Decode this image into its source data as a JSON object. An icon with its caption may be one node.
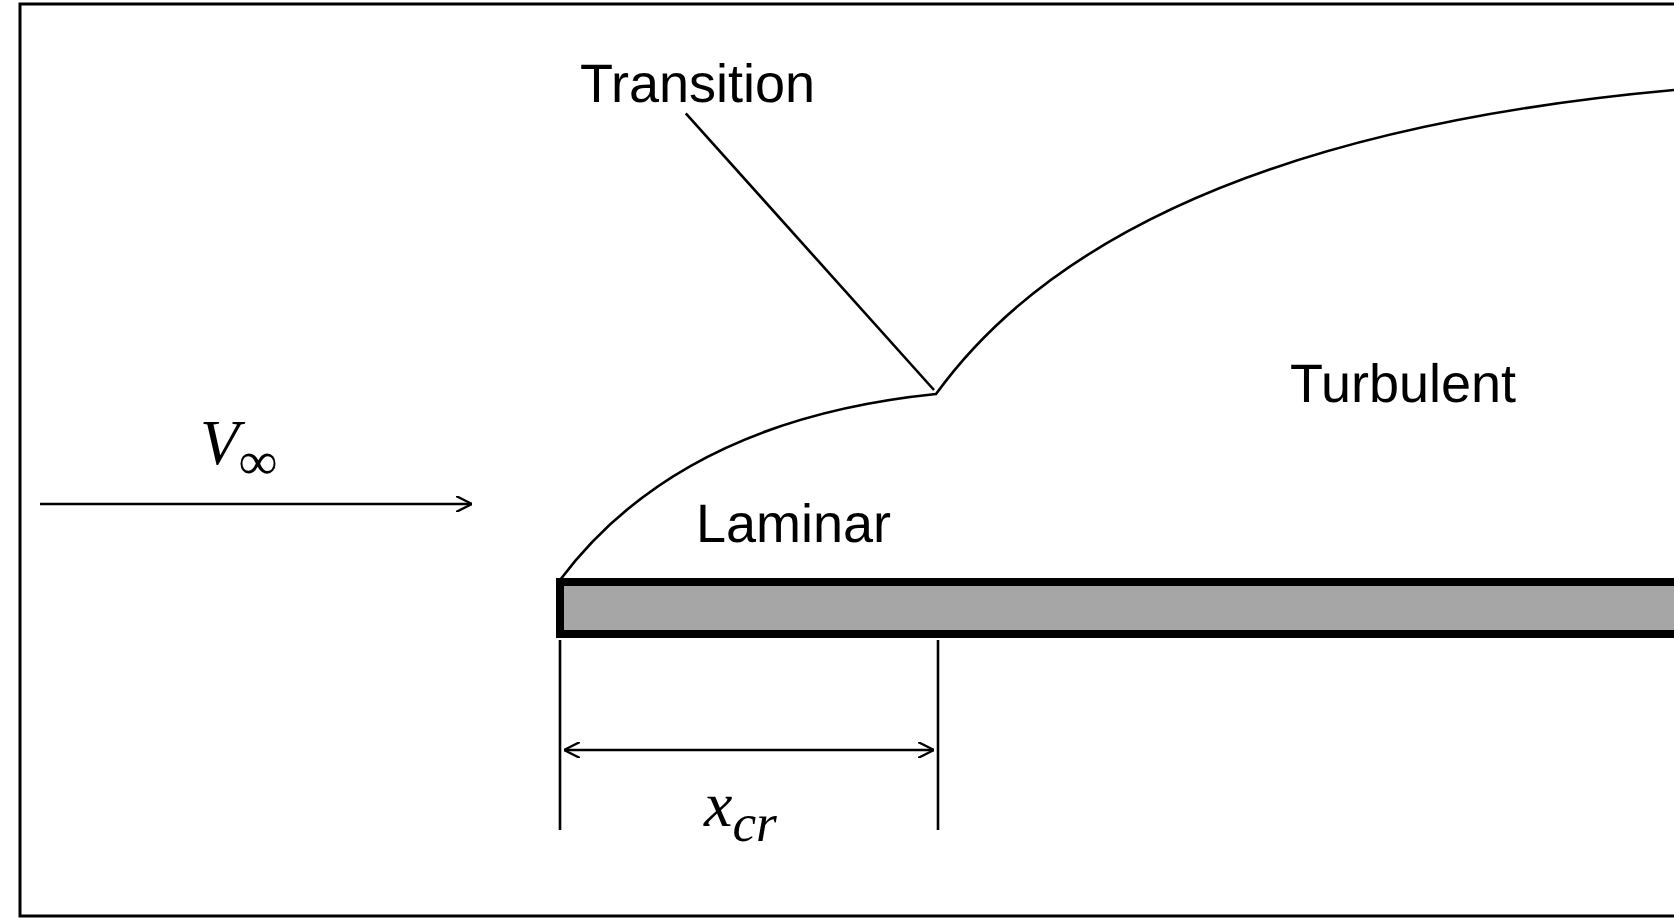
{
  "diagram": {
    "nodes": [
      {
        "text": [
          "Transition"
        ]
      },
      {
        "text": [],
        "shape": "picture"
      }
    ],
    "edges": [
      {
        "from": 0,
        "to": 1,
        "arrow": "none"
      }
    ],
    "labels": [
      "Turbulent",
      "V$_{∞}$",
      "Laminar",
      "x$_{cr}$"
    ]
  }
}
